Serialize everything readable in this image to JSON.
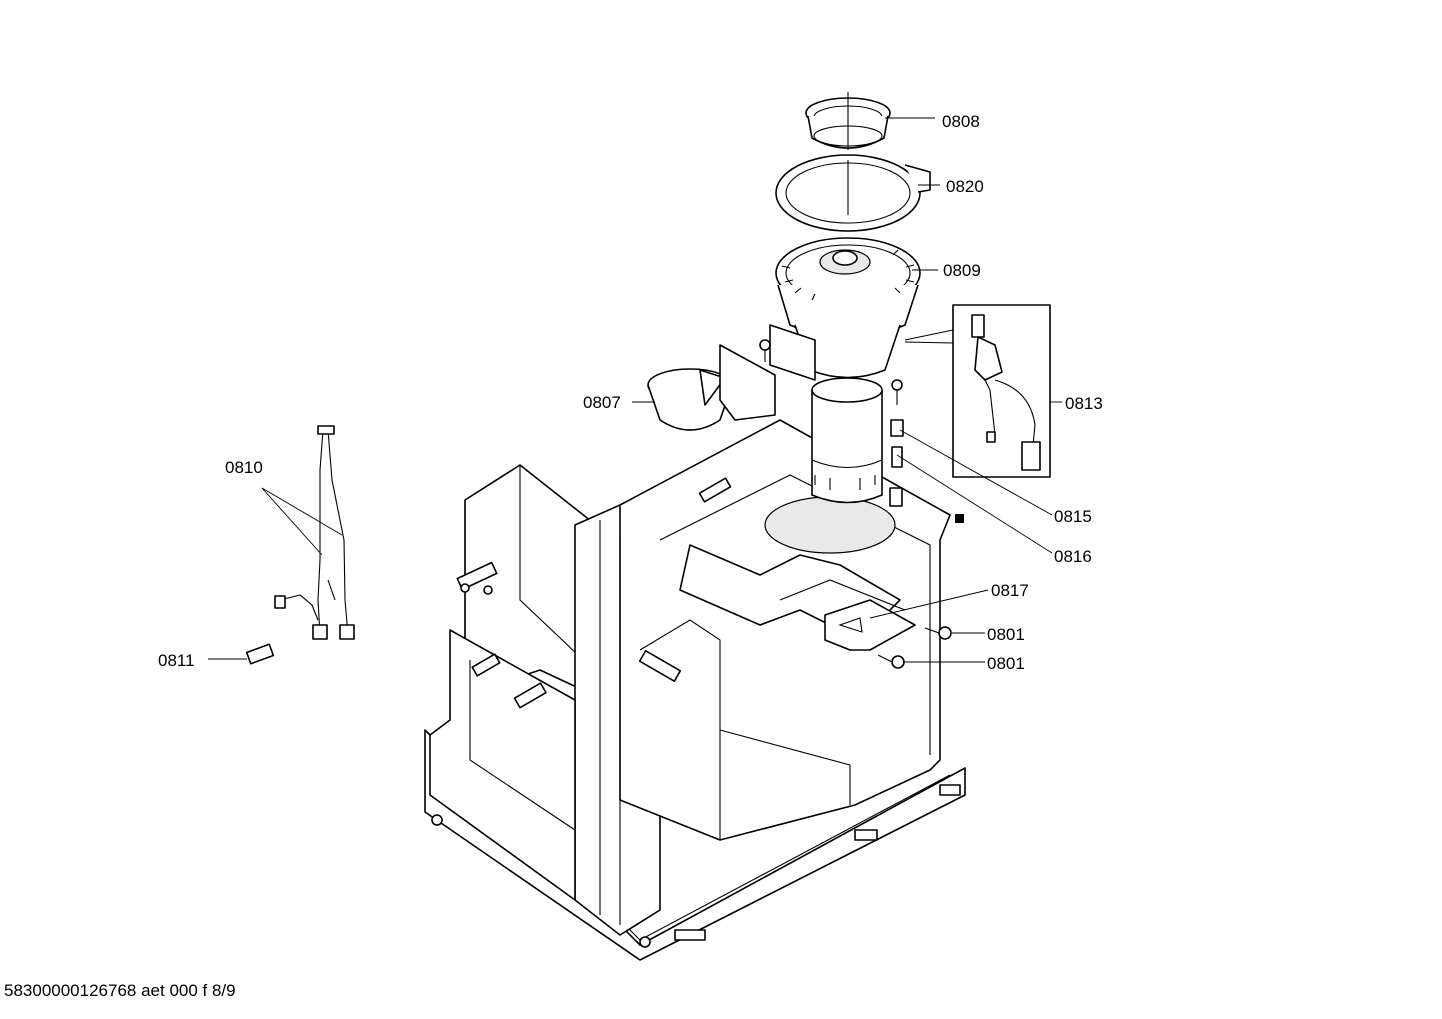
{
  "callouts": {
    "c0808": "0808",
    "c0820": "0820",
    "c0809": "0809",
    "c0813": "0813",
    "c0807": "0807",
    "c0810": "0810",
    "c0815": "0815",
    "c0816": "0816",
    "c0817": "0817",
    "c0801a": "0801",
    "c0801b": "0801",
    "c0811": "0811"
  },
  "footer": "58300000126768 aet 000 f 8/9"
}
